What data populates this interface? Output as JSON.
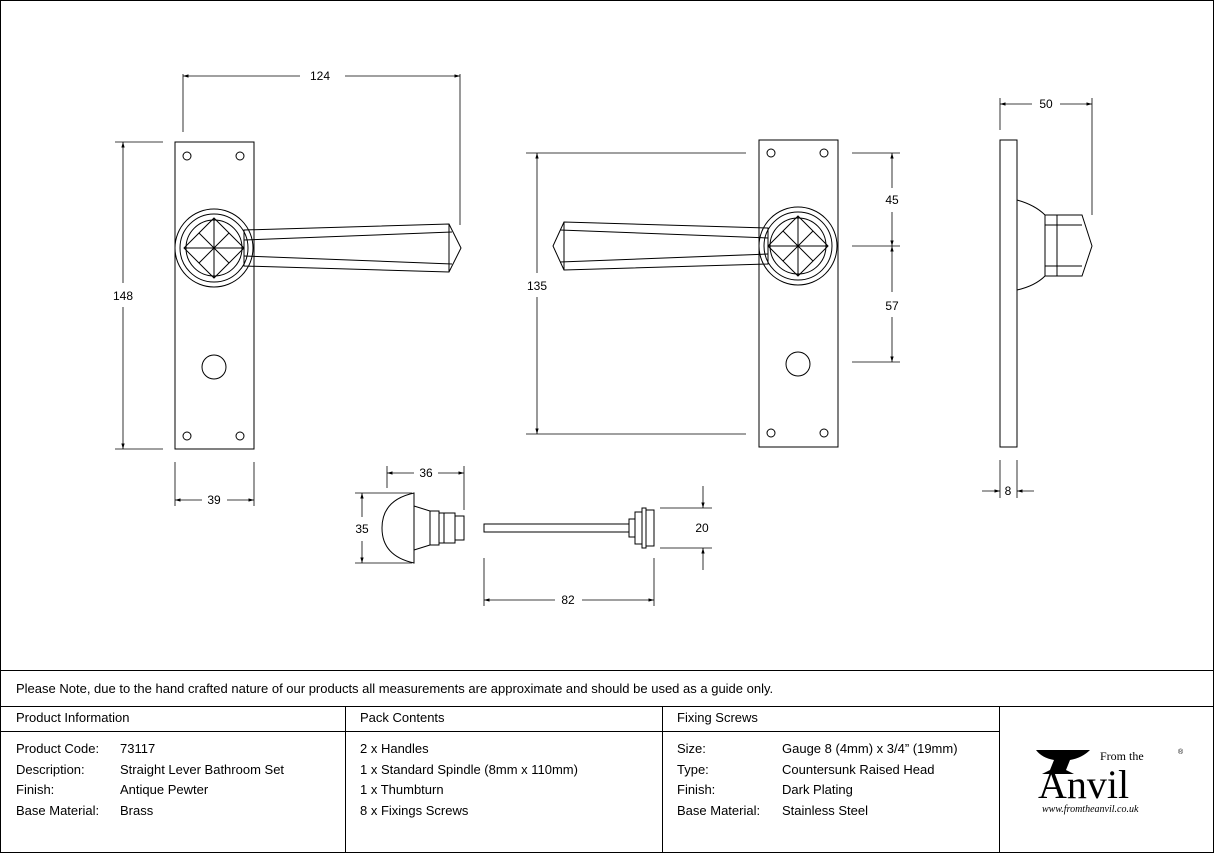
{
  "dimensions": {
    "d124": "124",
    "d148": "148",
    "d39": "39",
    "d135": "135",
    "d45": "45",
    "d57": "57",
    "d50": "50",
    "d8": "8",
    "d36": "36",
    "d35": "35",
    "d20": "20",
    "d82": "82"
  },
  "note": "Please Note, due to the hand crafted nature of our products all measurements are approximate and should be used as a guide only.",
  "product_information": {
    "title": "Product Information",
    "rows": [
      {
        "label": "Product Code:",
        "value": "73117"
      },
      {
        "label": "Description:",
        "value": "Straight Lever Bathroom Set"
      },
      {
        "label": "Finish:",
        "value": "Antique Pewter"
      },
      {
        "label": "Base Material:",
        "value": "Brass"
      }
    ]
  },
  "pack_contents": {
    "title": "Pack Contents",
    "items": [
      "2 x Handles",
      "1 x Standard Spindle (8mm x 110mm)",
      "1 x Thumbturn",
      "8 x Fixings Screws"
    ]
  },
  "fixing_screws": {
    "title": "Fixing Screws",
    "rows": [
      {
        "label": "Size:",
        "value": "Gauge 8 (4mm) x 3/4” (19mm)"
      },
      {
        "label": "Type:",
        "value": "Countersunk Raised Head"
      },
      {
        "label": "Finish:",
        "value": "Dark Plating"
      },
      {
        "label": "Base Material:",
        "value": "Stainless Steel"
      }
    ]
  },
  "logo": {
    "from_the": "From the",
    "name": "Anvil",
    "registered": "®",
    "url": "www.fromtheanvil.co.uk"
  }
}
